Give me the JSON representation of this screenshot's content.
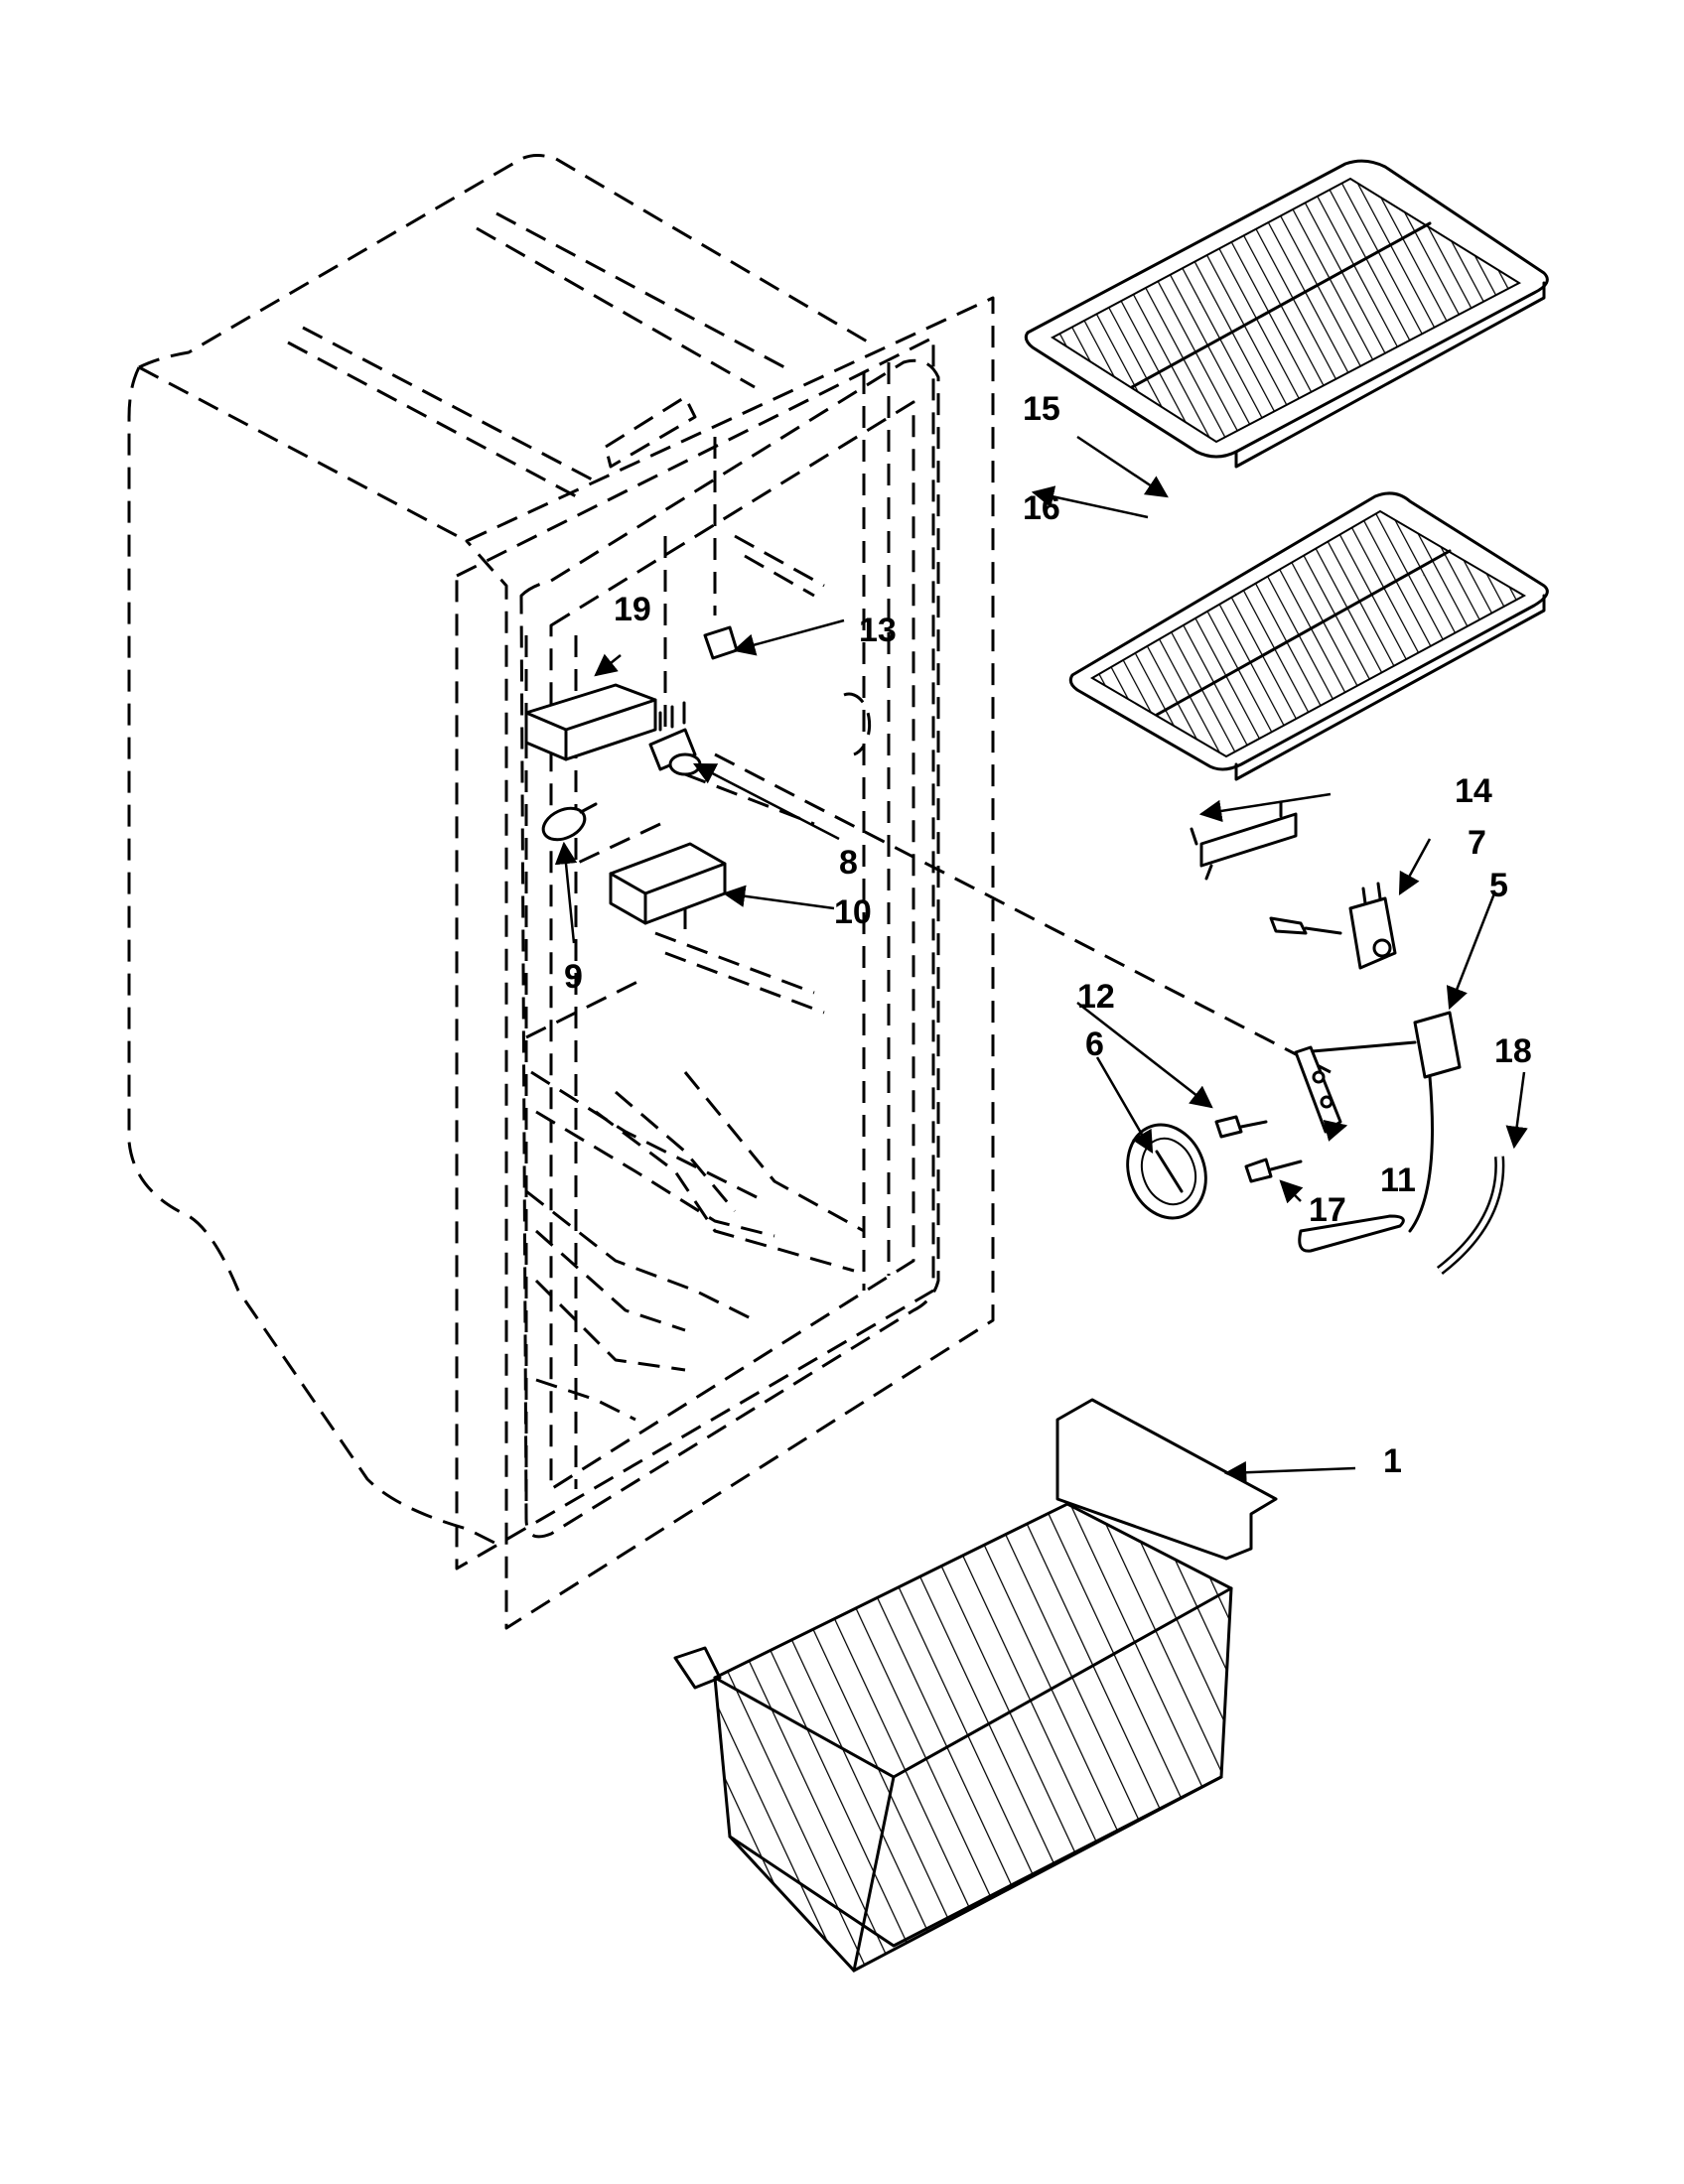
{
  "diagram": {
    "callouts": {
      "c1": "1",
      "c5": "5",
      "c6": "6",
      "c7": "7",
      "c8": "8",
      "c9": "9",
      "c10": "10",
      "c11": "11",
      "c12": "12",
      "c13": "13",
      "c14": "14",
      "c15": "15",
      "c16": "16",
      "c17": "17",
      "c18": "18",
      "c19": "19"
    }
  }
}
